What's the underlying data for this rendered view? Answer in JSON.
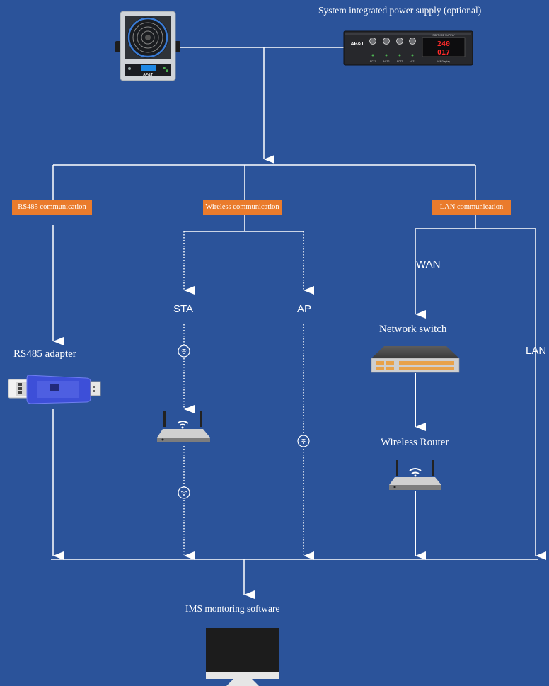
{
  "power_supply": {
    "label": "System integrated power supply (optional)",
    "brand": "AP&T",
    "model_title": "SIB-TX-0B SUPPLY",
    "display_top": "240",
    "display_bottom": "017",
    "display_caption": "V/A Display",
    "channels": [
      "ACT1",
      "ACT2",
      "ACT3",
      "ACT4"
    ]
  },
  "ionizer": {
    "brand": "AP&T"
  },
  "branches": {
    "rs485": "RS485 communication",
    "wireless": "Wireless communication",
    "lan": "LAN communication"
  },
  "labels": {
    "sta": "STA",
    "ap": "AP",
    "wan": "WAN",
    "lan": "LAN",
    "rs485_adapter": "RS485 adapter",
    "network_switch": "Network switch",
    "wireless_router": "Wireless Router",
    "software": "IMS montoring software"
  },
  "colors": {
    "background": "#2b539a",
    "line": "#ffffff",
    "badge": "#ea7b2c"
  }
}
